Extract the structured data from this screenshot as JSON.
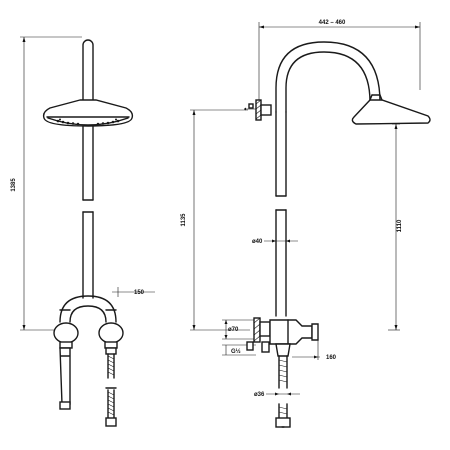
{
  "dimensions": {
    "total_height": "1385",
    "arm_reach": "442 – 460",
    "wall_to_head": "1110",
    "wall_to_bracket": "1135",
    "pipe_dia": "ø40",
    "hose_dia": "ø36",
    "mixer_spacing": "150",
    "bracket_dia": "ø70",
    "thread": "G½",
    "mixer_offset": "160"
  },
  "colors": {
    "line": "#1a1a1a",
    "background": "#ffffff"
  }
}
